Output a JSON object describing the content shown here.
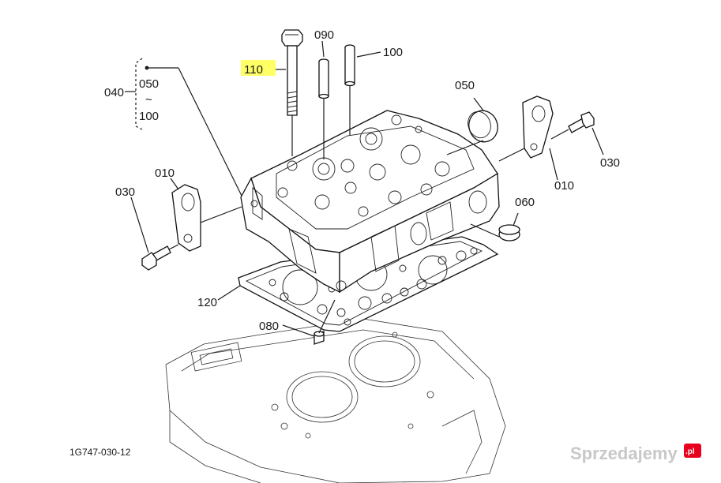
{
  "diagram": {
    "labels": {
      "l110": "110",
      "l090": "090",
      "l100_top": "100",
      "l040": "040",
      "l050_range": "050",
      "tilde": "~",
      "l100_range": "100",
      "l050_right": "050",
      "l010_left": "010",
      "l030_left": "030",
      "l010_right": "010",
      "l030_right": "030",
      "l060": "060",
      "l120": "120",
      "l080": "080"
    },
    "highlight_color": "#ffff66",
    "drawing_code": "1G747-030-12"
  },
  "watermark": {
    "brand": "Sprzedajemy",
    "tld": ".pl",
    "accent": "#e8001c"
  }
}
